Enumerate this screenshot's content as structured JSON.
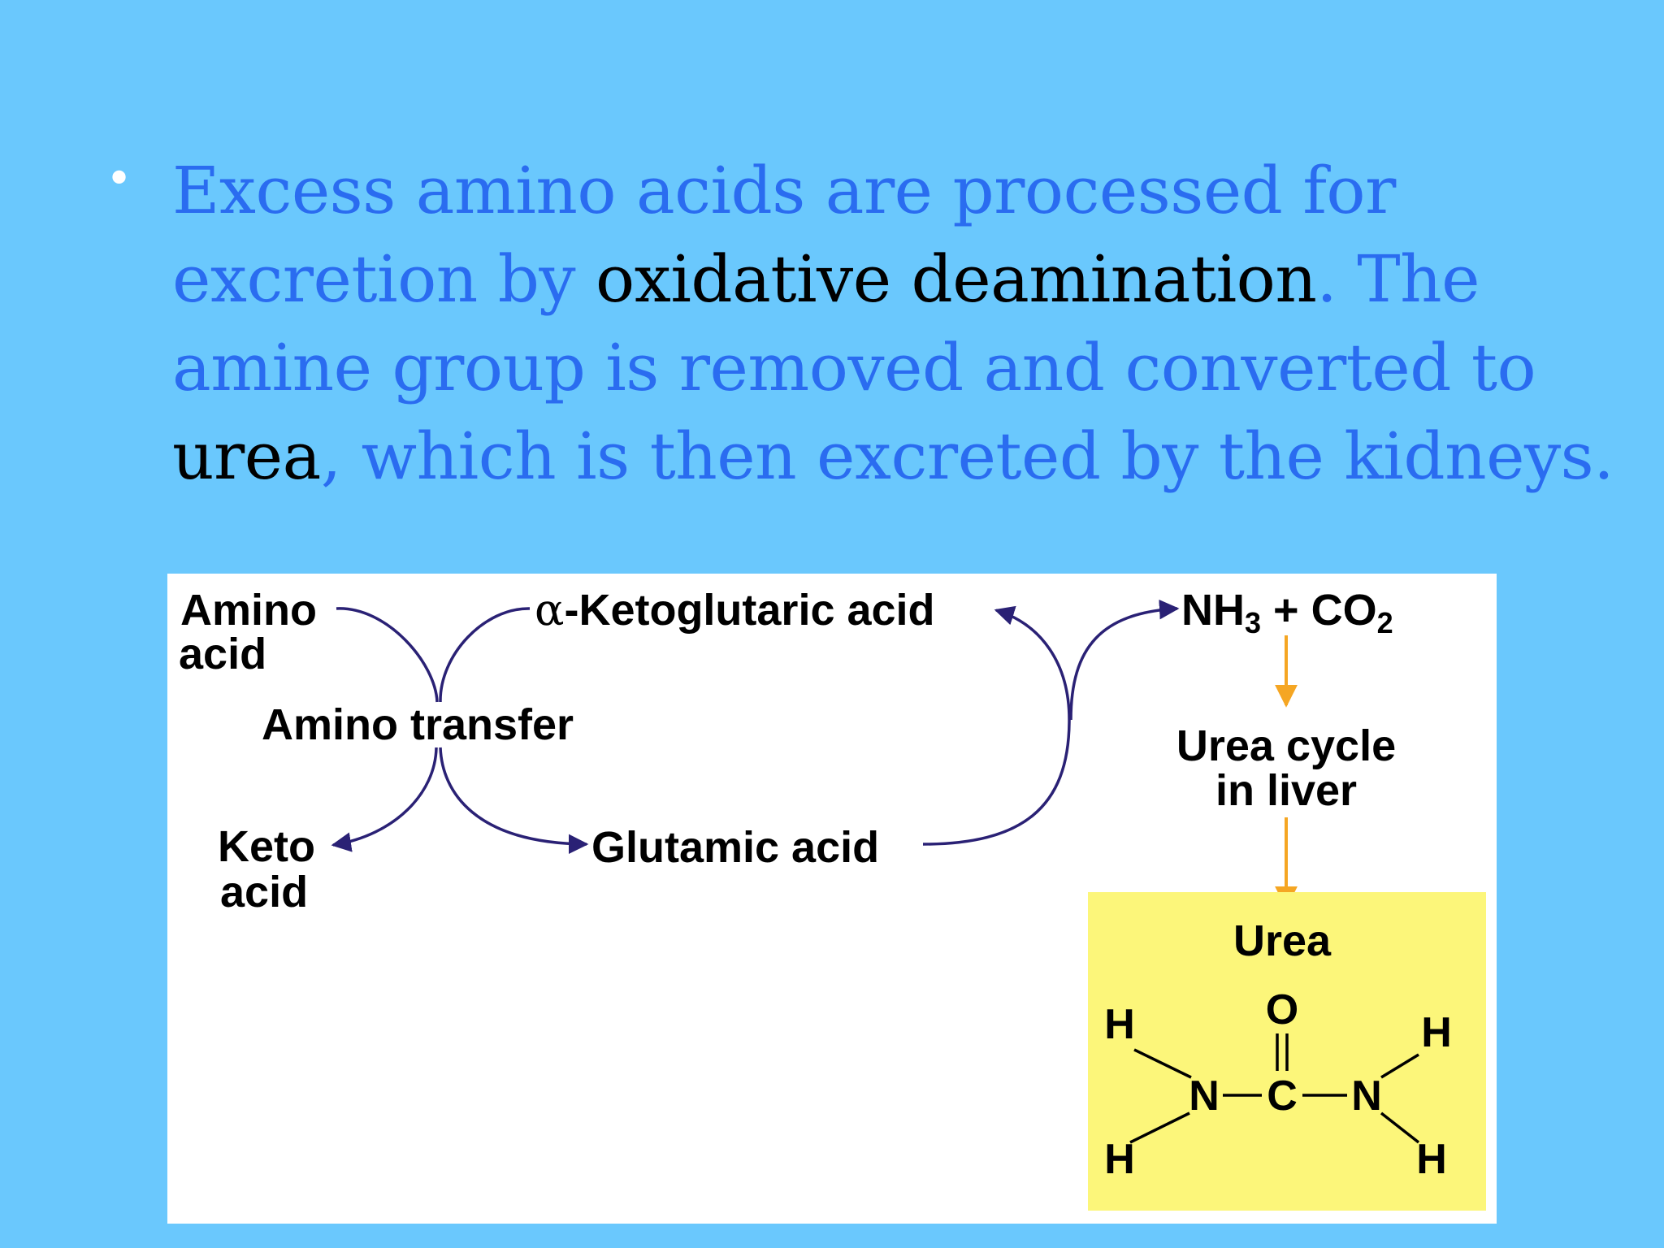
{
  "slide": {
    "bullet_char": "•",
    "bullet": {
      "part1": "Excess amino acids are processed for excretion by ",
      "kw1": "oxidative deamination",
      "part2": ". The amine group is removed and converted to ",
      "kw2": "urea",
      "part3": ", which is then excreted by the kidneys."
    }
  },
  "diagram": {
    "amino_acid_line1": "Amino",
    "amino_acid_line2": "acid",
    "alpha": "α",
    "ketoglutaric": "-Ketoglutaric acid",
    "nh3": "NH",
    "nh3_sub": "3",
    "plus_co2": " + CO",
    "co2_sub": "2",
    "amino_transfer": "Amino transfer",
    "keto_acid_line1": "Keto",
    "keto_acid_line2": "acid",
    "glutamic": "Glutamic acid",
    "urea_cycle_line1": "Urea cycle",
    "urea_cycle_line2": "in liver",
    "urea_title": "Urea",
    "atoms": {
      "h": "H",
      "n": "N",
      "c": "C",
      "o": "O"
    }
  },
  "colors": {
    "background": "#6ac8fd",
    "text_blue": "#2a6cf0",
    "arrow_navy": "#2a2175",
    "arrow_orange": "#f5a623",
    "urea_box": "#fcf67a"
  }
}
